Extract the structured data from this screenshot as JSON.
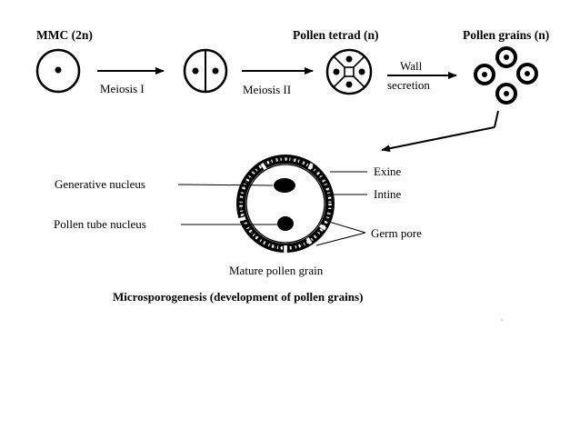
{
  "diagram": {
    "stages": {
      "mmc": "MMC (2n)",
      "tetrad": "Pollen tetrad (n)",
      "grains": "Pollen grains (n)"
    },
    "arrows": {
      "meiosis_1": "Meiosis I",
      "meiosis_2": "Meiosis II",
      "wall_line1": "Wall",
      "wall_line2": "secretion"
    },
    "pollen_grain": {
      "generative_nucleus": "Generative nucleus",
      "pollen_tube_nucleus": "Pollen tube nucleus",
      "exine": "Exine",
      "intine": "Intine",
      "germ_pore": "Germ pore",
      "mature_label": "Mature pollen grain"
    },
    "caption": "Microsporogenesis (development of pollen grains)"
  }
}
